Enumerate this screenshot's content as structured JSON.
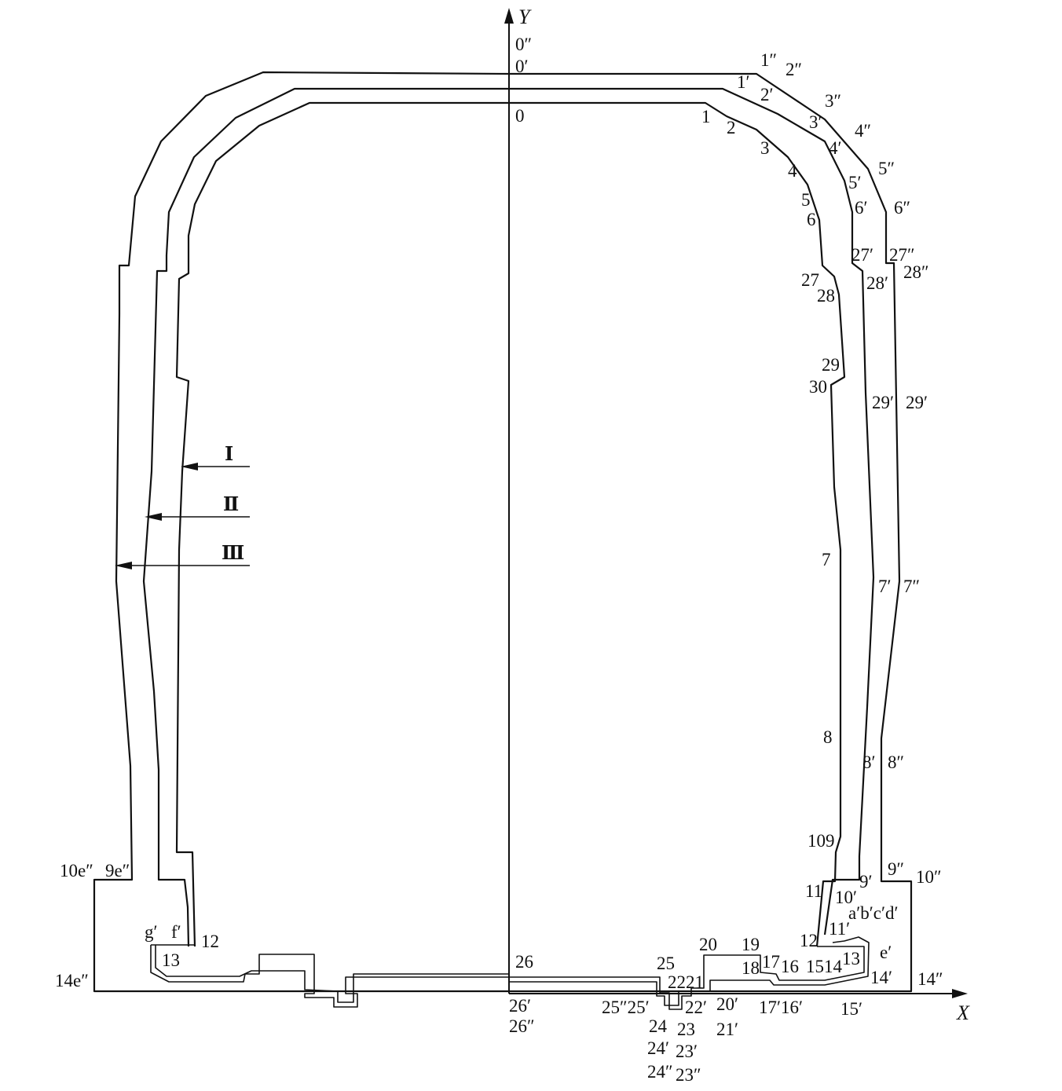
{
  "axes": {
    "x": "X",
    "y": "Y"
  },
  "contours": [
    {
      "name": "I",
      "label": "Ⅰ"
    },
    {
      "name": "II",
      "label": "Ⅱ"
    },
    {
      "name": "III",
      "label": "Ⅲ"
    }
  ],
  "labels": {
    "p0pp": "0″",
    "p0p": "0′",
    "p0": "0",
    "p1pp": "1″",
    "p2pp": "2″",
    "p1p": "1′",
    "p2p": "2′",
    "p1": "1",
    "p2": "2",
    "p3pp": "3″",
    "p3p": "3′",
    "p3": "3",
    "p4pp": "4″",
    "p4p": "4′",
    "p4": "4",
    "p5pp": "5″",
    "p5p": "5′",
    "p5": "5",
    "p6pp": "6″",
    "p6p": "6′",
    "p6": "6",
    "p27pp": "27″",
    "p27p": "27′",
    "p27": "27",
    "p28pp": "28″",
    "p28p": "28′",
    "p28": "28",
    "p29": "29",
    "p30": "30",
    "p29p": "29′",
    "p29pp": "29′",
    "p7": "7",
    "p7p": "7′",
    "p7pp": "7″",
    "p8": "8",
    "p8p": "8′",
    "p8pp": "8″",
    "p10_9": "109",
    "p9pp": "9″",
    "p10pp": "10″",
    "p9p": "9′",
    "p11": "11",
    "p10p": "10′",
    "abcd": "a′b′c′d′",
    "p11p": "11′",
    "ep": "e′",
    "p12": "12",
    "p13": "13",
    "p14p": "14′",
    "p14pp": "14″",
    "p20": "20",
    "p19": "19",
    "p18": "18",
    "p17": "17",
    "p16": "16",
    "p1514": "1514",
    "p25": "25",
    "p2221": "2221",
    "p26": "26",
    "p26p": "26′",
    "p26pp": "26″",
    "p25pp25p": "25″25′",
    "p22p": "22′",
    "p20p": "20′",
    "p17p16p": "17′16′",
    "p15p": "15′",
    "p24": "24",
    "p23": "23",
    "p21p": "21′",
    "p24p": "24′",
    "p23p": "23′",
    "p24pp": "24″",
    "p23pp": "23″",
    "p10e": "10e″",
    "p9e": "9e″",
    "p14e": "14e″",
    "gp": "g′",
    "fp": "f′",
    "l12": "12",
    "l13": "13"
  }
}
